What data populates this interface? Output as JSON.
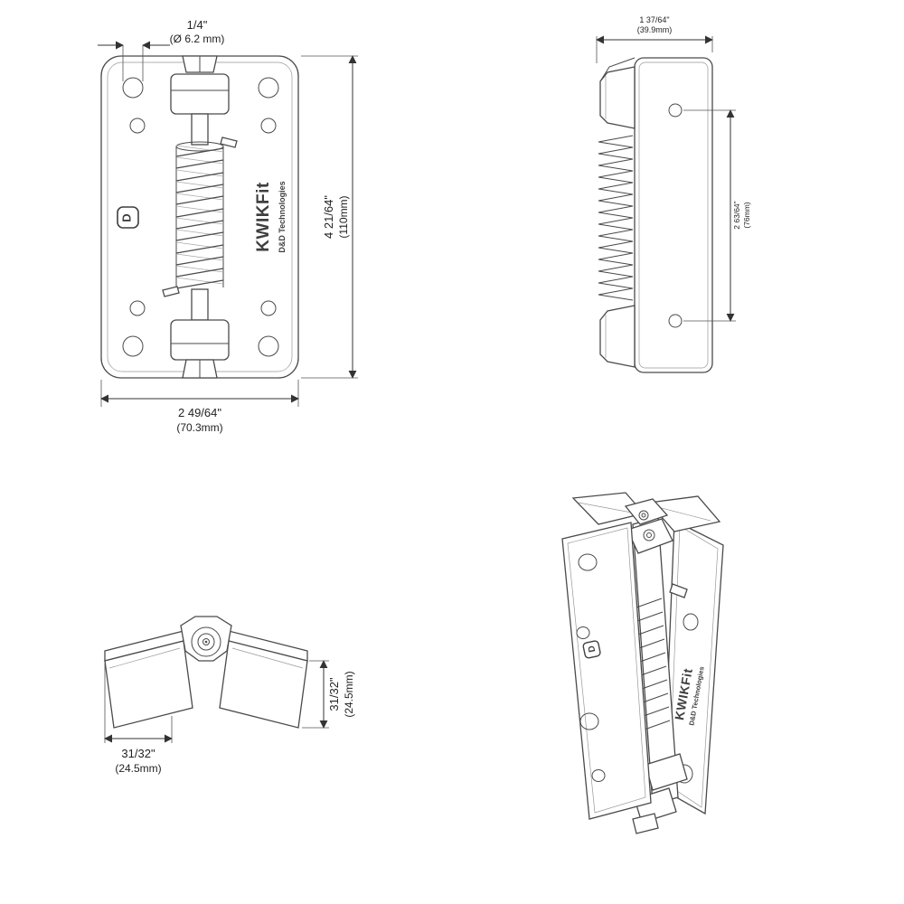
{
  "page": {
    "bg": "#ffffff",
    "line_color": "#4a4a4a",
    "dim_color": "#333333"
  },
  "brand": {
    "logo_letter": "D",
    "name": "KWIKFit",
    "company": "D&D Technologies"
  },
  "views": {
    "front": {
      "dim_hole": {
        "value": "1/4\"",
        "metric": "(Ø 6.2 mm)"
      },
      "dim_height": {
        "value": "4 21/64\"",
        "metric": "(110mm)"
      },
      "dim_width": {
        "value": "2 49/64\"",
        "metric": "(70.3mm)"
      }
    },
    "side": {
      "dim_depth": {
        "value": "1 37/64\"",
        "metric": "(39.9mm)"
      },
      "dim_hole_spacing": {
        "value": "2 63/64\"",
        "metric": "(76mm)"
      }
    },
    "top": {
      "dim_left_leaf": {
        "value": "31/32\"",
        "metric": "(24.5mm)"
      },
      "dim_right_leaf": {
        "value": "31/32\"",
        "metric": "(24.5mm)"
      }
    }
  }
}
